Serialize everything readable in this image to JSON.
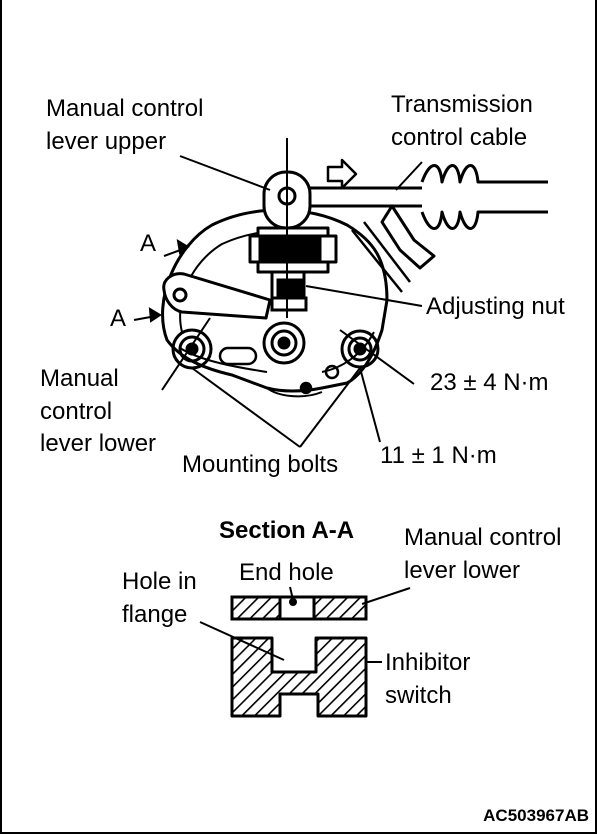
{
  "labels": {
    "manual_control_lever_upper_1": "Manual control",
    "manual_control_lever_upper_2": "lever upper",
    "transmission_control_cable_1": "Transmission",
    "transmission_control_cable_2": "control cable",
    "section_mark_a_upper": "A",
    "section_mark_a_lower": "A",
    "adjusting_nut": "Adjusting nut",
    "manual_control_lever_lower_1": "Manual",
    "manual_control_lever_lower_2": "control",
    "manual_control_lever_lower_3": "lever lower",
    "torque_adjusting_nut": "23 ± 4 N·m",
    "mounting_bolts": "Mounting bolts",
    "torque_mounting_bolts": "11 ± 1 N·m"
  },
  "section": {
    "title": "Section A-A",
    "hole_in_flange_1": "Hole in",
    "hole_in_flange_2": "flange",
    "end_hole": "End hole",
    "manual_control_lever_lower_1": "Manual control",
    "manual_control_lever_lower_2": "lever lower",
    "inhibitor_switch_1": "Inhibitor",
    "inhibitor_switch_2": "switch"
  },
  "figure_code": "AC503967AB"
}
